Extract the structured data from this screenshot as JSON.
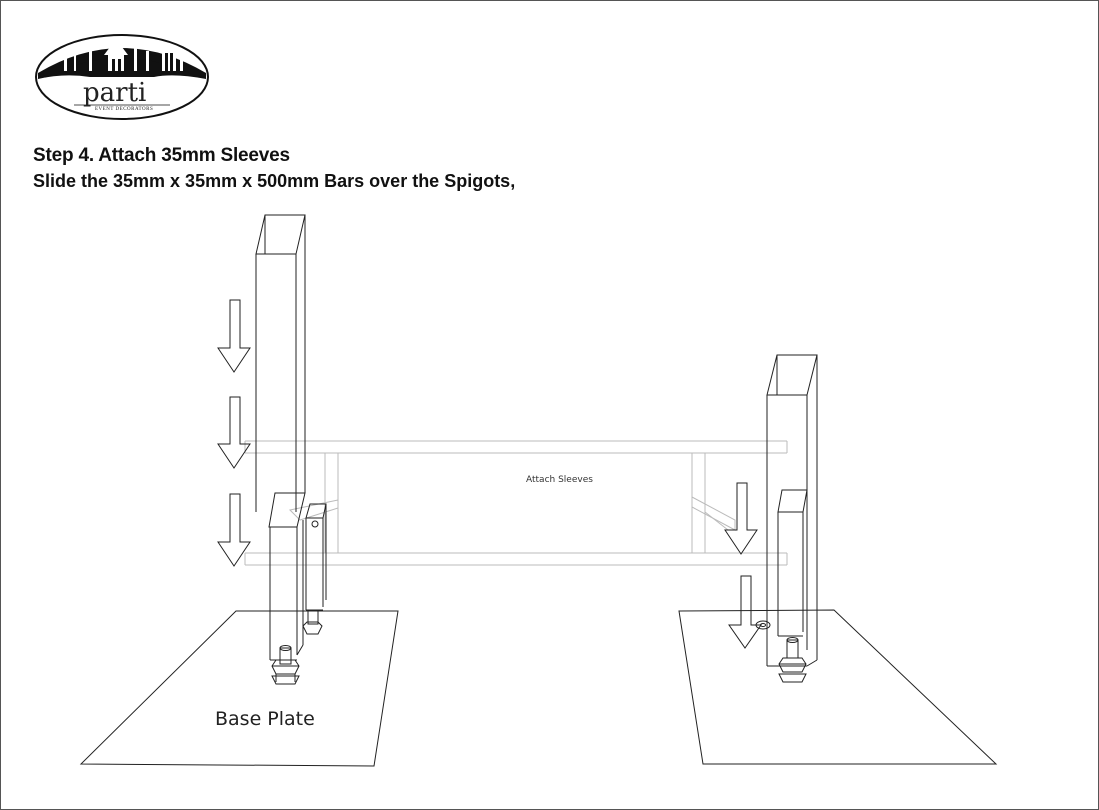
{
  "logo": {
    "wordmark": "parti",
    "tagline": "EVENT DECORATORS"
  },
  "instructions": {
    "title": "Step 4. Attach 35mm Sleeves",
    "description": "Slide the 35mm x 35mm x 500mm Bars over the Spigots,"
  },
  "labels": {
    "attach_sleeves": "Attach Sleeves",
    "base_plate": "Base Plate"
  },
  "colors": {
    "line": "#222222",
    "faint_line": "#bbbbbb",
    "logo_fill": "#111111"
  }
}
